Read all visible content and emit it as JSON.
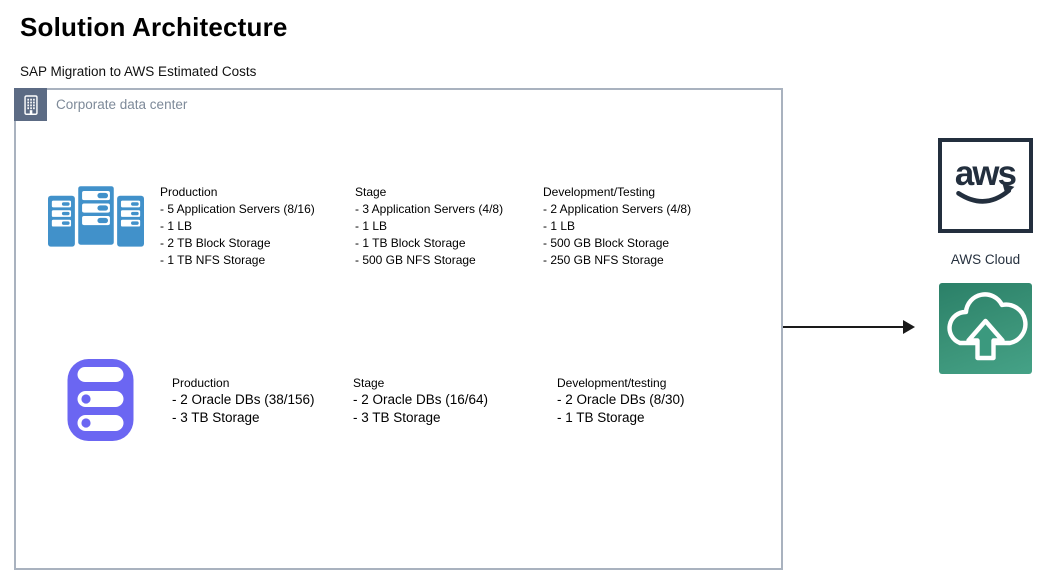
{
  "page": {
    "title": "Solution Architecture",
    "subtitle": "SAP Migration to AWS Estimated Costs"
  },
  "datacenter": {
    "label": "Corporate data center",
    "server_group": {
      "icon": "server-rack-icon",
      "columns": [
        {
          "title": "Production",
          "items": [
            "- 5 Application Servers (8/16)",
            "- 1 LB",
            "- 2 TB Block Storage",
            "- 1 TB NFS Storage"
          ]
        },
        {
          "title": "Stage",
          "items": [
            "- 3 Application Servers (4/8)",
            "- 1 LB",
            "- 1 TB Block Storage",
            "- 500 GB NFS Storage"
          ]
        },
        {
          "title": "Development/Testing",
          "items": [
            "- 2 Application Servers (4/8)",
            "- 1 LB",
            "- 500 GB Block Storage",
            "- 250 GB NFS Storage"
          ]
        }
      ]
    },
    "database_group": {
      "icon": "database-icon",
      "columns": [
        {
          "title": "Production",
          "items": [
            "- 2 Oracle DBs (38/156)",
            "- 3 TB Storage"
          ]
        },
        {
          "title": "Stage",
          "items": [
            "- 2 Oracle DBs (16/64)",
            "- 3 TB Storage"
          ]
        },
        {
          "title": "Development/testing",
          "items": [
            "- 2 Oracle DBs (8/30)",
            "- 1 TB Storage"
          ]
        }
      ]
    }
  },
  "aws": {
    "logo_text": "aws",
    "cloud_label": "AWS Cloud",
    "migration_icon": "cloud-upload-icon"
  },
  "icons": {
    "datacenter_header": "building-icon",
    "connector": "right-arrow"
  },
  "colors": {
    "server_icon_blue": "#4191CA",
    "database_icon_purple": "#6B66F2",
    "aws_dark_navy": "#232F3E",
    "migration_green_top": "#2B8068",
    "migration_green_bottom": "#45A287",
    "datacenter_border": "#A9B2BF",
    "datacenter_header_bg": "#5C6B84",
    "datacenter_label_gray": "#7E8A99"
  }
}
